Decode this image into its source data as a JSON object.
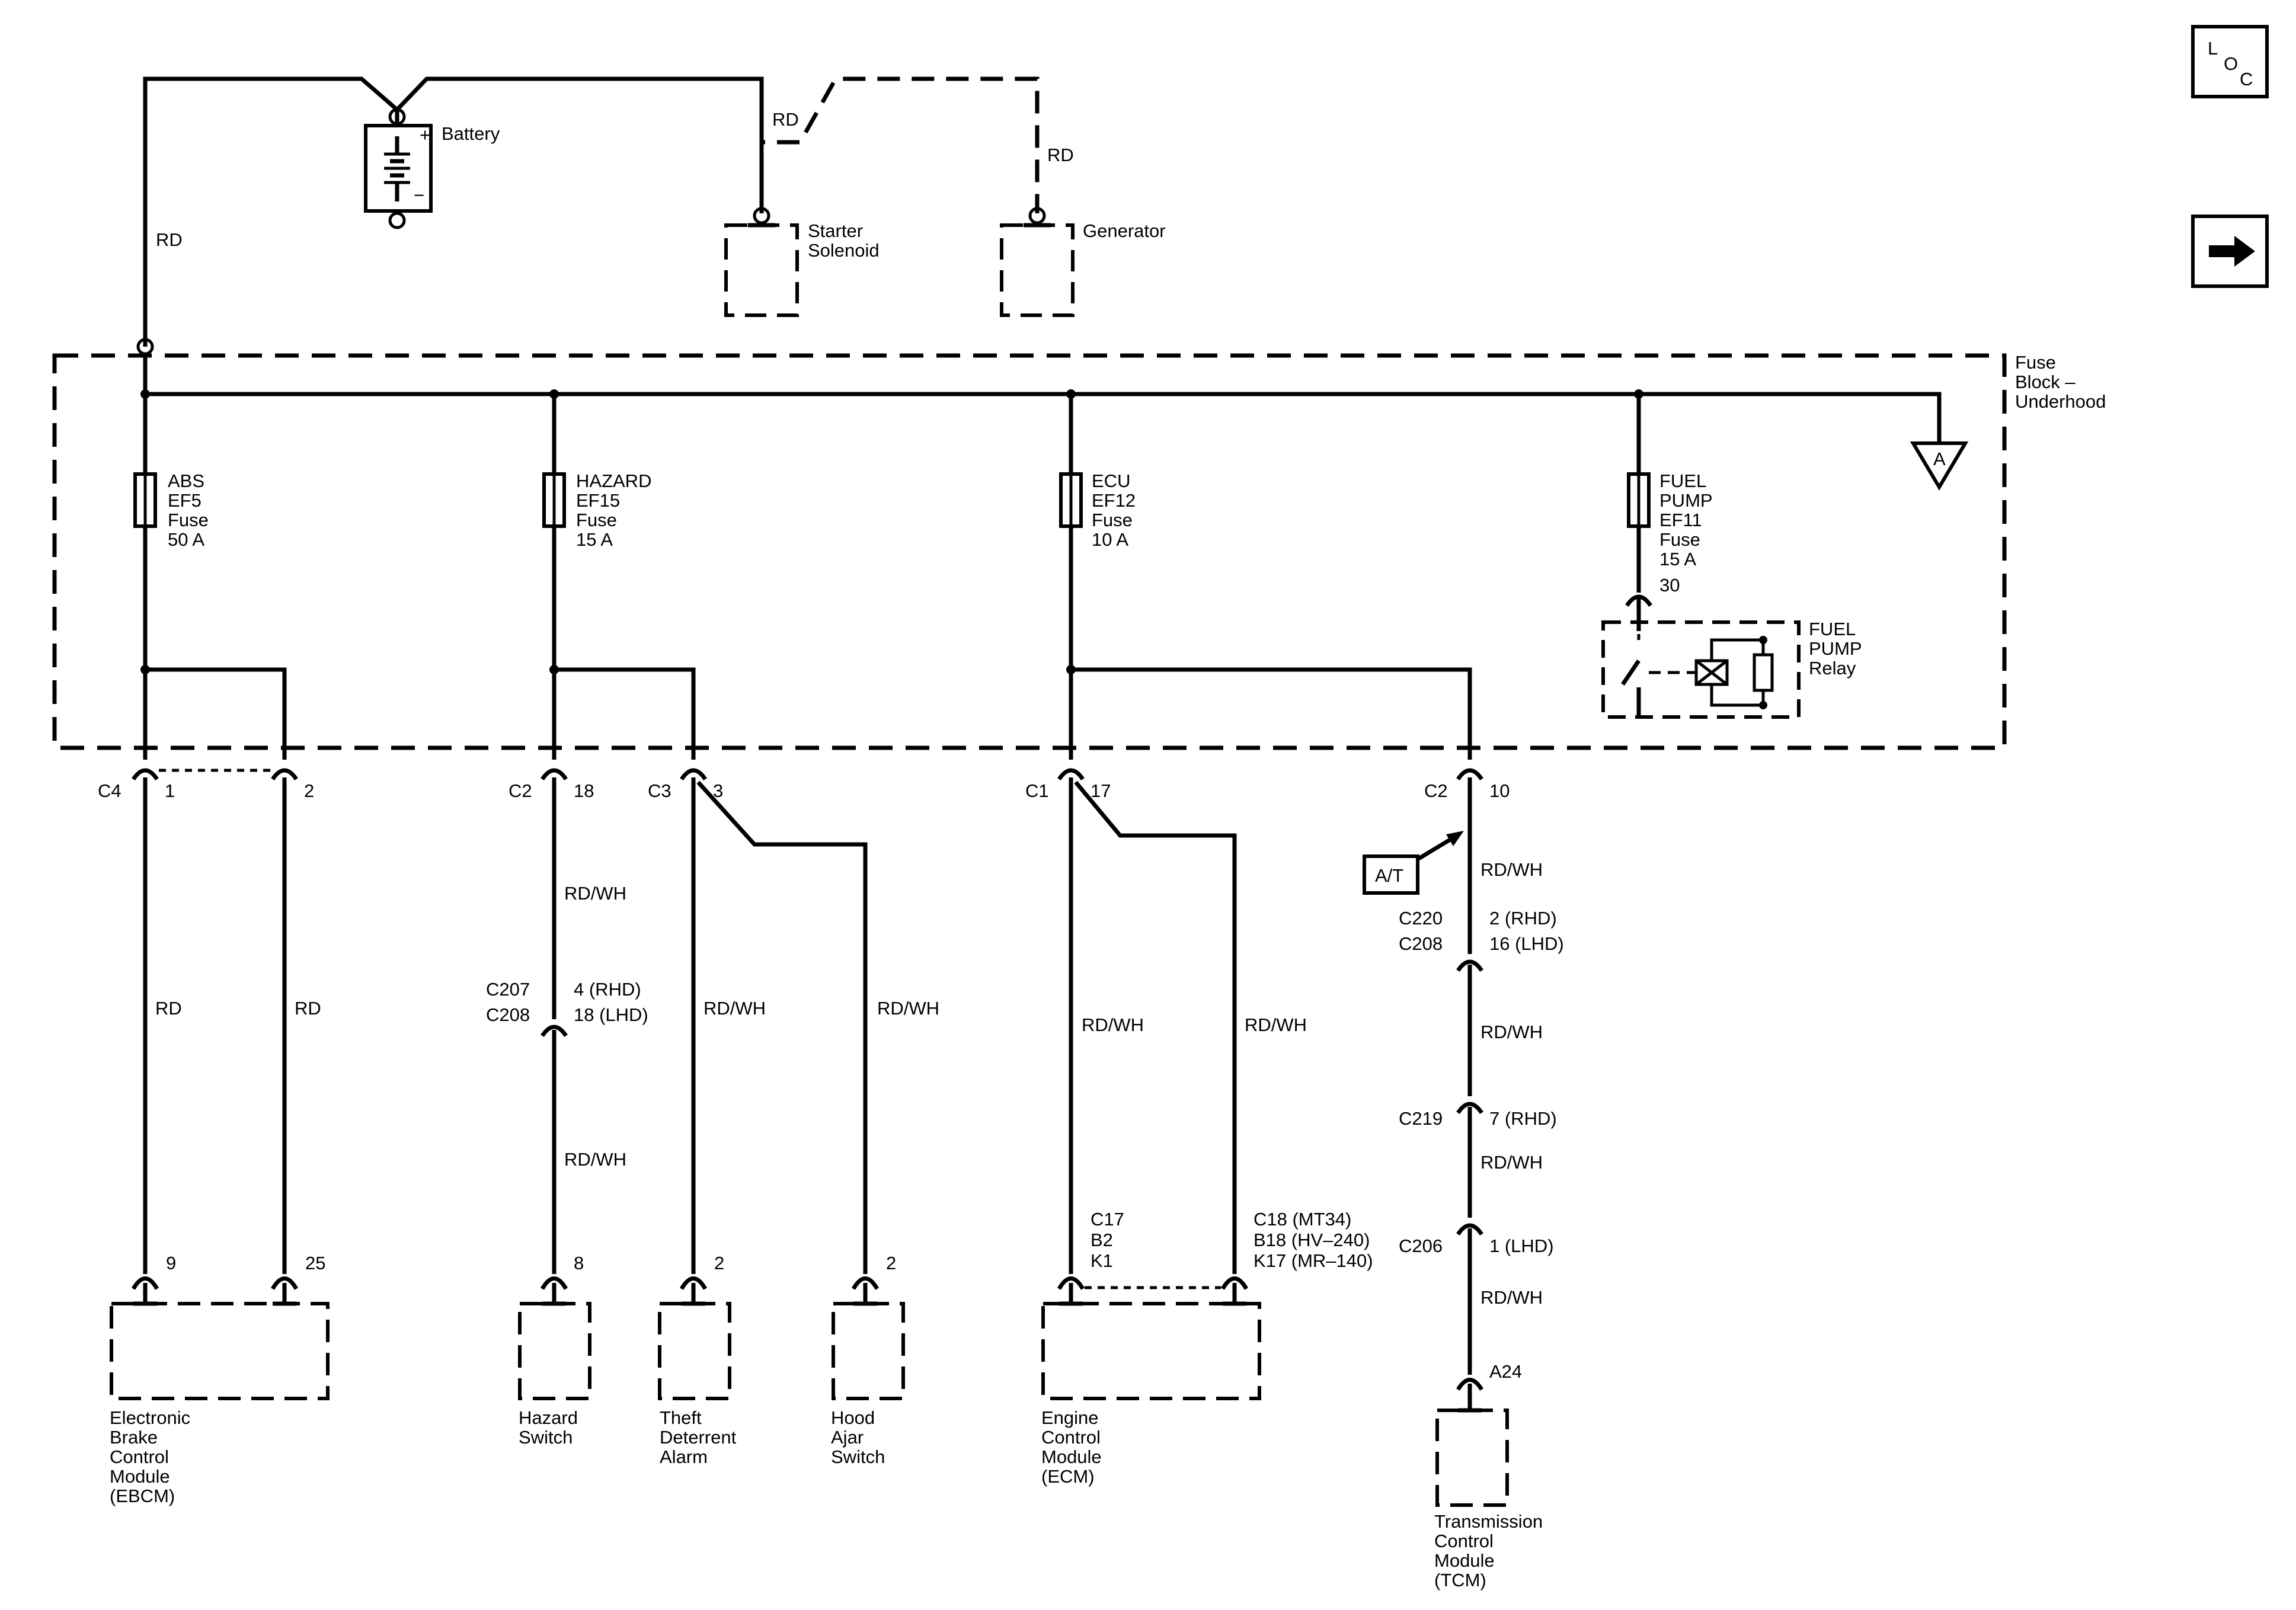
{
  "power": {
    "battery": "Battery",
    "battery_plus": "+",
    "battery_minus": "−",
    "wire_rd_main": "RD",
    "wire_rd_starter": "RD",
    "wire_rd_generator": "RD",
    "starter_line1": "Starter",
    "starter_line2": "Solenoid",
    "generator": "Generator"
  },
  "fuse_block": {
    "line1": "Fuse",
    "line2": "Block –",
    "line3": "Underhood",
    "ground_ref": "A"
  },
  "fuses": {
    "abs": [
      "ABS",
      "EF5",
      "Fuse",
      "50 A"
    ],
    "hazard": [
      "HAZARD",
      "EF15",
      "Fuse",
      "15 A"
    ],
    "ecu": [
      "ECU",
      "EF12",
      "Fuse",
      "10 A"
    ],
    "fuel": [
      "FUEL",
      "PUMP",
      "EF11",
      "Fuse",
      "15 A"
    ],
    "fuel_pin": "30"
  },
  "relay": [
    "FUEL",
    "PUMP",
    "Relay"
  ],
  "connectors": {
    "c4": "C4",
    "c4_p1": "1",
    "c4_p2": "2",
    "c2_haz": "C2",
    "c2_haz_pin": "18",
    "c3": "C3",
    "c3_pin": "3",
    "c1": "C1",
    "c1_pin": "17",
    "c2_tcm": "C2",
    "c2_tcm_pin": "10",
    "c207": "C207",
    "c208_haz": "C208",
    "c207_pin": "4 (RHD)",
    "c208_haz_pin": "18 (LHD)",
    "c220": "C220",
    "c208_tcm": "C208",
    "c220_pin": "2 (RHD)",
    "c208_tcm_pin": "16 (LHD)",
    "c219": "C219",
    "c219_pin": "7 (RHD)",
    "c206": "C206",
    "c206_pin": "1 (LHD)",
    "ecm_left": [
      "C17",
      "B2",
      "K1"
    ],
    "ecm_right": [
      "C18 (MT34)",
      "B18 (HV–240)",
      "K17 (MR–140)"
    ]
  },
  "wires": {
    "ebcm_rd1": "RD",
    "ebcm_rd2": "RD",
    "haz_upper": "RD/WH",
    "haz_lower": "RD/WH",
    "theft": "RD/WH",
    "hood": "RD/WH",
    "ecm1": "RD/WH",
    "ecm2": "RD/WH",
    "tcm1": "RD/WH",
    "tcm2": "RD/WH",
    "tcm3": "RD/WH",
    "tcm4": "RD/WH"
  },
  "at_label": "A/T",
  "pins": {
    "ebcm_a": "9",
    "ebcm_b": "25",
    "hazard": "8",
    "theft": "2",
    "hood": "2",
    "tcm": "A24"
  },
  "components": {
    "ebcm": [
      "Electronic",
      "Brake",
      "Control",
      "Module",
      "(EBCM)"
    ],
    "hazard_switch": [
      "Hazard",
      "Switch"
    ],
    "theft_alarm": [
      "Theft",
      "Deterrent",
      "Alarm"
    ],
    "hood_switch": [
      "Hood",
      "Ajar",
      "Switch"
    ],
    "ecm": [
      "Engine",
      "Control",
      "Module",
      "(ECM)"
    ],
    "tcm": [
      "Transmission",
      "Control",
      "Module",
      "(TCM)"
    ]
  },
  "nav": {
    "loc_l": "L",
    "loc_o": "O",
    "loc_c": "C"
  }
}
